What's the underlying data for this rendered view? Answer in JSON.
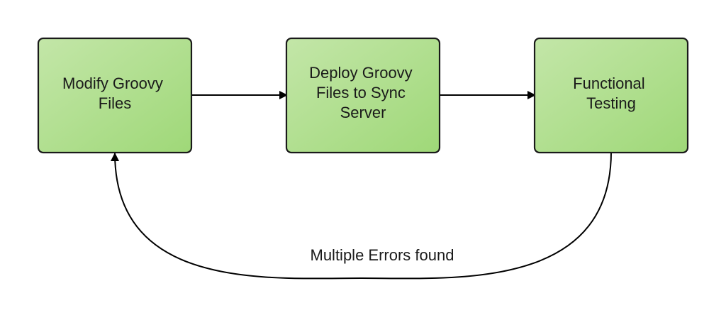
{
  "diagram": {
    "colors": {
      "box_fill_light": "#c3e6a8",
      "box_fill_dark": "#9fd878",
      "box_stroke": "#1a1a1a",
      "edge": "#000000",
      "text": "#1a1a1a"
    },
    "nodes": {
      "modify": {
        "lines": [
          "Modify Groovy",
          "Files"
        ]
      },
      "deploy": {
        "lines": [
          "Deploy Groovy",
          "Files to Sync",
          "Server"
        ]
      },
      "testing": {
        "lines": [
          "Functional",
          "Testing"
        ]
      }
    },
    "edges": {
      "modify_to_deploy": {
        "from": "modify",
        "to": "deploy"
      },
      "deploy_to_testing": {
        "from": "deploy",
        "to": "testing"
      },
      "testing_to_modify": {
        "from": "testing",
        "to": "modify",
        "label": "Multiple Errors found"
      }
    }
  }
}
